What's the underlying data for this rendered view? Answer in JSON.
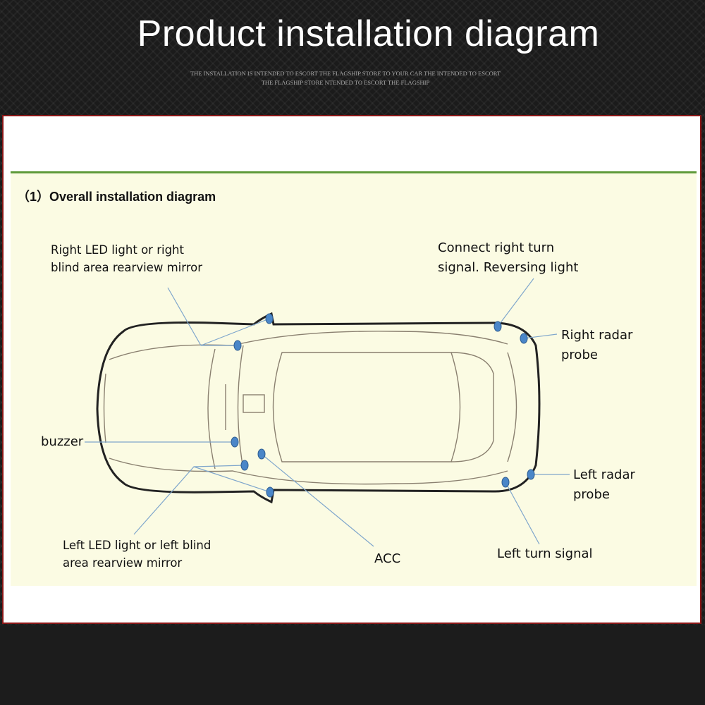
{
  "header": {
    "title": "Product installation diagram",
    "subtitle_line1": "THE INSTALLATION IS INTENDED TO ESCORT THE FLAGSHIP STORE TO YOUR CAR THE INTENDED TO ESCORT",
    "subtitle_line2": "THE FLAGSHIP STORE NTENDED TO ESCORT THE FLAGSHIP"
  },
  "diagram": {
    "heading": "（1）Overall installation diagram",
    "labels": {
      "right_led_1": "Right LED light or right",
      "right_led_2": "blind area rearview mirror",
      "right_turn_1": "Connect right turn",
      "right_turn_2": "signal. Reversing light",
      "right_radar_1": "Right radar",
      "right_radar_2": "probe",
      "buzzer": "buzzer",
      "left_radar_1": "Left radar",
      "left_radar_2": "probe",
      "left_led_1": "Left LED light or left blind",
      "left_led_2": "area rearview mirror",
      "acc": "ACC",
      "left_turn": "Left turn signal"
    },
    "colors": {
      "dot": "#4a86c8",
      "leader": "#7fa6cc",
      "frame": "#8a1717",
      "rule": "#5e9a3a",
      "background": "#fbfbe3"
    }
  }
}
